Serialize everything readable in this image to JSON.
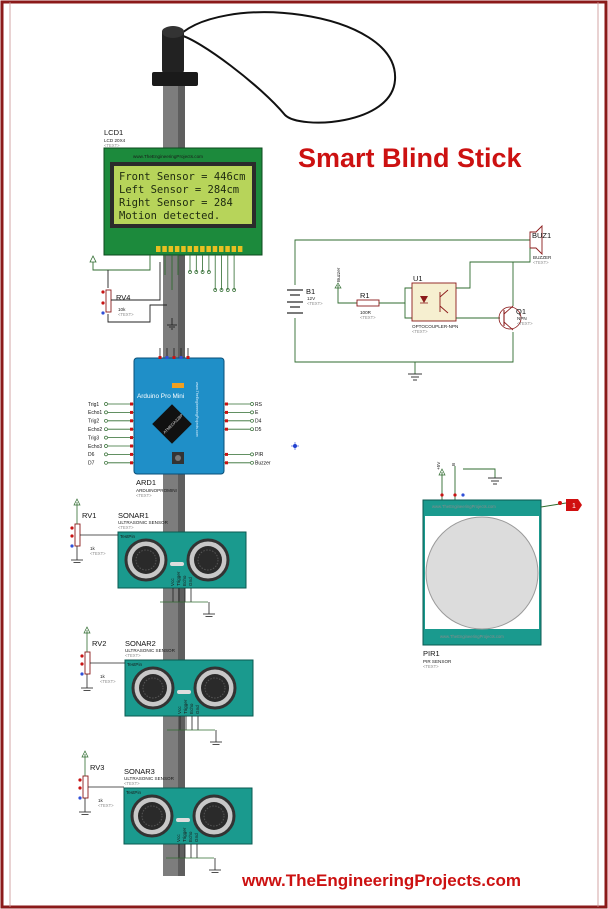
{
  "title": "Smart Blind Stick",
  "website": "www.TheEngineeringProjects.com",
  "lcd": {
    "ref": "LCD1",
    "part": "LCD 20X4",
    "banner": "www.TheEngineeringProjects.com",
    "lines": [
      "Front Sensor = 446cm",
      "Left Sensor =  284cm",
      "Right Sensor = 284",
      "Motion detected."
    ],
    "text_tag": "<TEXT>"
  },
  "arduino": {
    "ref": "ARD1",
    "part": "ARDUINOPROMINI",
    "board_name": "Arduino Pro Mini",
    "chip": "ATMEGA328P",
    "side_text": "www.TheEngineeringProjects.com",
    "left_nets": [
      "Trig1",
      "Echo1",
      "Trig2",
      "Echo2",
      "Trig3",
      "Echo3",
      "D6",
      "D7"
    ],
    "right_nets": [
      "RS",
      "E",
      "D4",
      "D5",
      "PIR",
      "Buzzer"
    ]
  },
  "rv4": {
    "ref": "RV4",
    "value": "10k"
  },
  "rv1": {
    "ref": "RV1",
    "value": "1k"
  },
  "rv2": {
    "ref": "RV2",
    "value": "1k"
  },
  "rv3": {
    "ref": "RV3",
    "value": "1k"
  },
  "sonar1": {
    "ref": "SONAR1",
    "part": "ULTRASONIC SENSOR"
  },
  "sonar2": {
    "ref": "SONAR2",
    "part": "ULTRASONIC SENSOR"
  },
  "sonar3": {
    "ref": "SONAR3",
    "part": "ULTRASONIC SENSOR"
  },
  "sonar_common": {
    "test_pin": "TestPin",
    "pins": [
      "Vcc",
      "Trigger",
      "Echo",
      "Gnd"
    ],
    "text_tag": "<TEXT>"
  },
  "b1": {
    "ref": "B1",
    "value": "12V"
  },
  "r1": {
    "ref": "R1",
    "value": "100R"
  },
  "u1": {
    "ref": "U1",
    "part": "OPTOCOUPLER-NPN"
  },
  "q1": {
    "ref": "Q1",
    "part": "NPN"
  },
  "buz": {
    "ref": "BUZ1",
    "part": "BUZZER"
  },
  "pir": {
    "ref": "PIR1",
    "part": "PIR SENSOR",
    "banner": "www.TheEngineeringProjects.com",
    "vcc": "+5V",
    "out": "B",
    "probe": "1"
  },
  "buzzer_net": "Buzzer",
  "colors": {
    "border": "#8b1a1a",
    "title": "#cc1111",
    "pcb": "#1a9a8e",
    "lcd_screen": "#b7d45a",
    "lcd_pcb": "#1c8a3c",
    "stick": "#7a7a7a",
    "arduino": "#1f8fc8"
  }
}
